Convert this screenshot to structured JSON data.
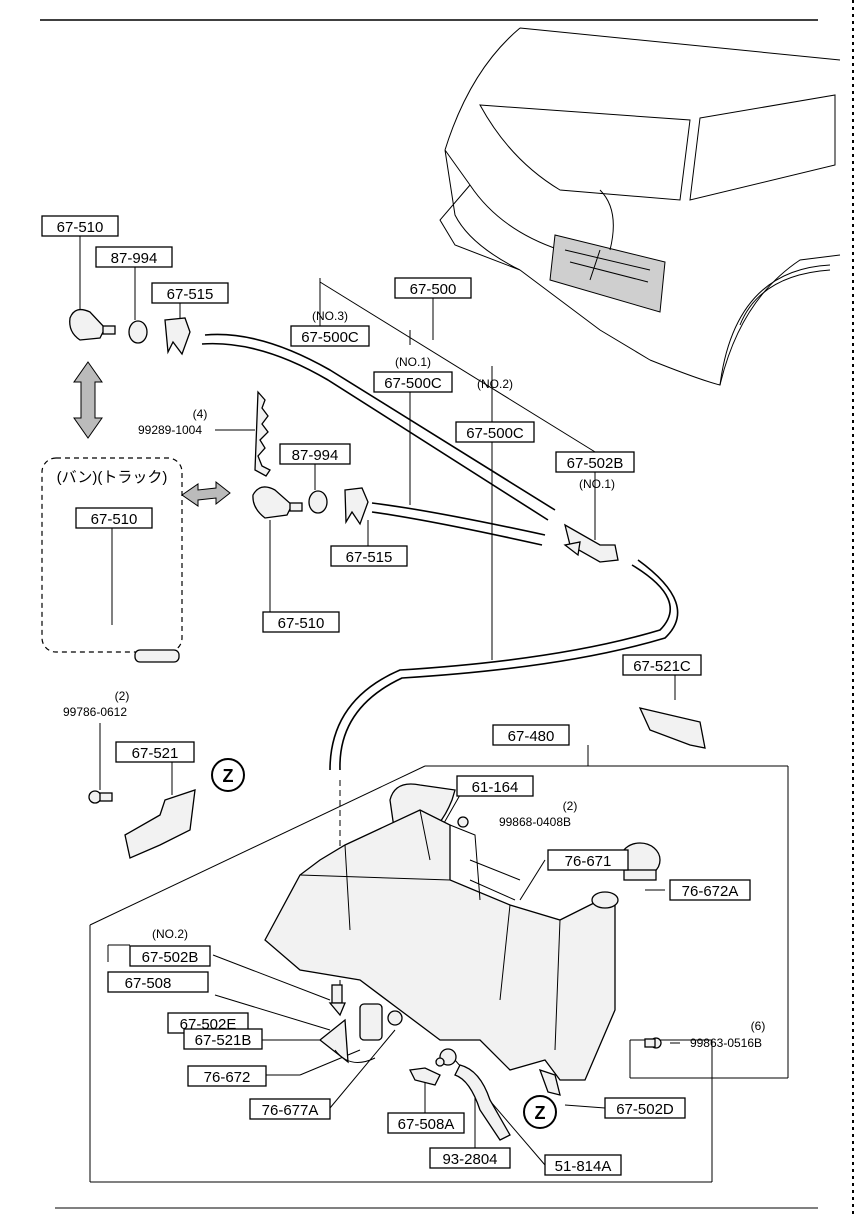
{
  "labels": {
    "l67510a": "67-510",
    "l87994a": "87-994",
    "l67515a": "67-515",
    "l67500": "67-500",
    "l67500c3": "67-500C",
    "l67500c1": "67-500C",
    "l67500c2": "67-500C",
    "l67502b": "67-502B",
    "l87994b": "87-994",
    "l67515b": "67-515",
    "l67510b": "67-510",
    "l67510c": "67-510",
    "l67521c": "67-521C",
    "l67521": "67-521",
    "l67480": "67-480",
    "l61164": "61-164",
    "l76671": "76-671",
    "l76672a": "76-672A",
    "l67502b2": "67-502B",
    "l67508": "67-508",
    "l67502e": "67-502E",
    "l67521b": "67-521B",
    "l76672": "76-672",
    "l76677a": "76-677A",
    "l67508a": "67-508A",
    "l932804": "93-2804",
    "l51814a": "51-814A",
    "l67502d": "67-502D"
  },
  "notes": {
    "no3": "(NO.3)",
    "no1": "(NO.1)",
    "no2": "(NO.2)",
    "no1b": "(NO.1)",
    "no2b": "(NO.2)",
    "q4": "(4)",
    "q2a": "(2)",
    "q2b": "(2)",
    "q6": "(6)",
    "p99289": "99289-1004",
    "p99786": "99786-0612",
    "p99868": "99868-0408B",
    "p99863": "99863-0516B",
    "variant": "(バン)(トラック)",
    "z1": "Z",
    "z2": "Z"
  }
}
